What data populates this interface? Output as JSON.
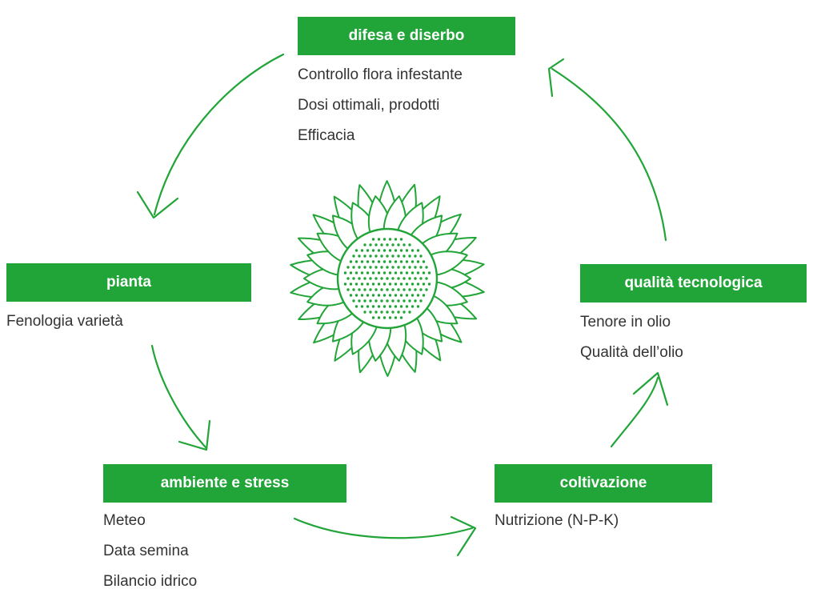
{
  "diagram": {
    "accent_color": "#22a538",
    "center_icon": "sunflower-icon",
    "nodes": {
      "difesa": {
        "label": "difesa e diserbo",
        "items": [
          "Controllo flora infestante",
          "Dosi ottimali, prodotti",
          "Efficacia"
        ]
      },
      "pianta": {
        "label": "pianta",
        "items": [
          "Fenologia varietà"
        ]
      },
      "ambiente": {
        "label": "ambiente e stress",
        "items": [
          "Meteo",
          "Data semina",
          "Bilancio idrico"
        ]
      },
      "coltivazione": {
        "label": "coltivazione",
        "items": [
          "Nutrizione (N-P-K)"
        ]
      },
      "qualita": {
        "label": "qualità tecnologica",
        "items": [
          "Tenore in olio",
          "Qualità dell’olio"
        ]
      }
    }
  }
}
